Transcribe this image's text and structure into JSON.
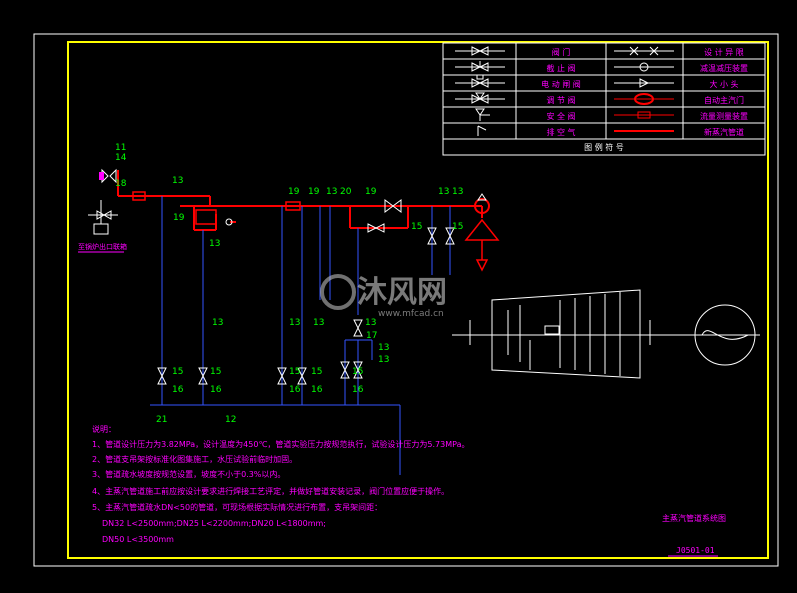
{
  "legend": {
    "rows": [
      {
        "left": "阀 门",
        "right": "设 计 异 限"
      },
      {
        "left": "截 止 阀",
        "right": "减温减压装置"
      },
      {
        "left": "电 动 闸 阀",
        "right": "大 小 头"
      },
      {
        "left": "调 节 阀",
        "right": "自动主汽门"
      },
      {
        "left": "安 全 阀",
        "right": "流量测量装置"
      },
      {
        "left": "排 空 气",
        "right": "新蒸汽管道"
      }
    ],
    "footer": "图 例 符 号"
  },
  "notes": {
    "header": "说明：",
    "items": [
      "1、管道设计压力为3.82MPa，设计温度为450℃，管道实验压力按规范执行，试验设计压力为5.73MPa。",
      "2、管道支吊架按标准化图集施工，水压试验前临时加固。",
      "3、管道疏水坡度按规范设置，坡度不小于0.3%以内。",
      "4、主蒸汽管道施工前应按设计要求进行焊接工艺评定，并做好管道安装记录，阀门位置应便于操作。",
      "5、主蒸汽管道疏水DN<50的管道，可现场根据实际情况进行布置，支吊架间距："
    ],
    "spacing": [
      "DN32  L<2500mm;DN25 L<2200mm;DN20 L<1800mm;",
      "DN50  L<3500mm"
    ]
  },
  "title_block": {
    "title": "主蒸汽管道系统图",
    "drawing_no": "J0501-01"
  },
  "watermark": {
    "cn": "沐风网",
    "url": "www.mfcad.cn"
  },
  "labels": {
    "boiler_outlet": "至锅炉出口联箱",
    "numbers": [
      "11",
      "14",
      "18",
      "13",
      "19",
      "19",
      "19",
      "13",
      "13",
      "13",
      "20",
      "19",
      "13",
      "13",
      "15",
      "15",
      "13",
      "13",
      "13",
      "13",
      "13",
      "15",
      "15",
      "15",
      "15",
      "15",
      "16",
      "16",
      "16",
      "16",
      "16",
      "21",
      "12",
      "17"
    ]
  },
  "colors": {
    "frame": "#ffff00",
    "steam": "#ff0000",
    "drain": "#3355ff",
    "label": "#00ff00",
    "magenta": "#ff00ff",
    "white": "#ffffff"
  }
}
